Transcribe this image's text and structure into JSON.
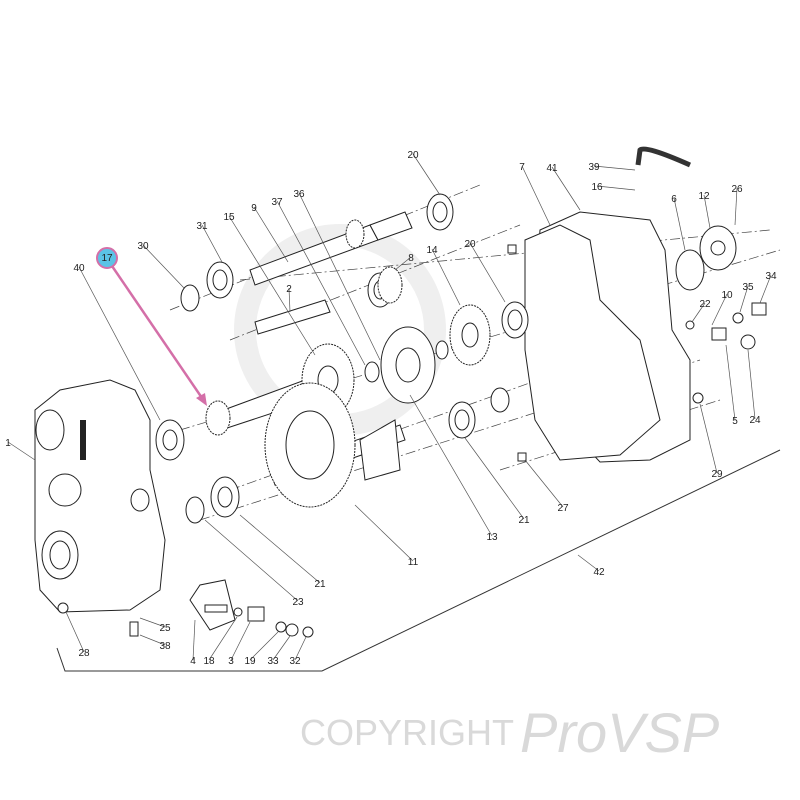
{
  "watermark": {
    "prefix": "COPYRIGHT",
    "brand": "ProVSP"
  },
  "callout": {
    "label": "17",
    "fill": "#5bc3e6",
    "border": "#d46fa8",
    "arrow_color": "#d46fa8"
  },
  "labels": [
    "20",
    "7",
    "41",
    "39",
    "16",
    "26",
    "36",
    "37",
    "9",
    "15",
    "31",
    "30",
    "40",
    "8",
    "14",
    "20",
    "6",
    "12",
    "2",
    "22",
    "10",
    "35",
    "34",
    "5",
    "24",
    "29",
    "1",
    "27",
    "21",
    "13",
    "11",
    "42",
    "21",
    "23",
    "25",
    "38",
    "28",
    "4",
    "18",
    "3",
    "19",
    "33",
    "32"
  ]
}
